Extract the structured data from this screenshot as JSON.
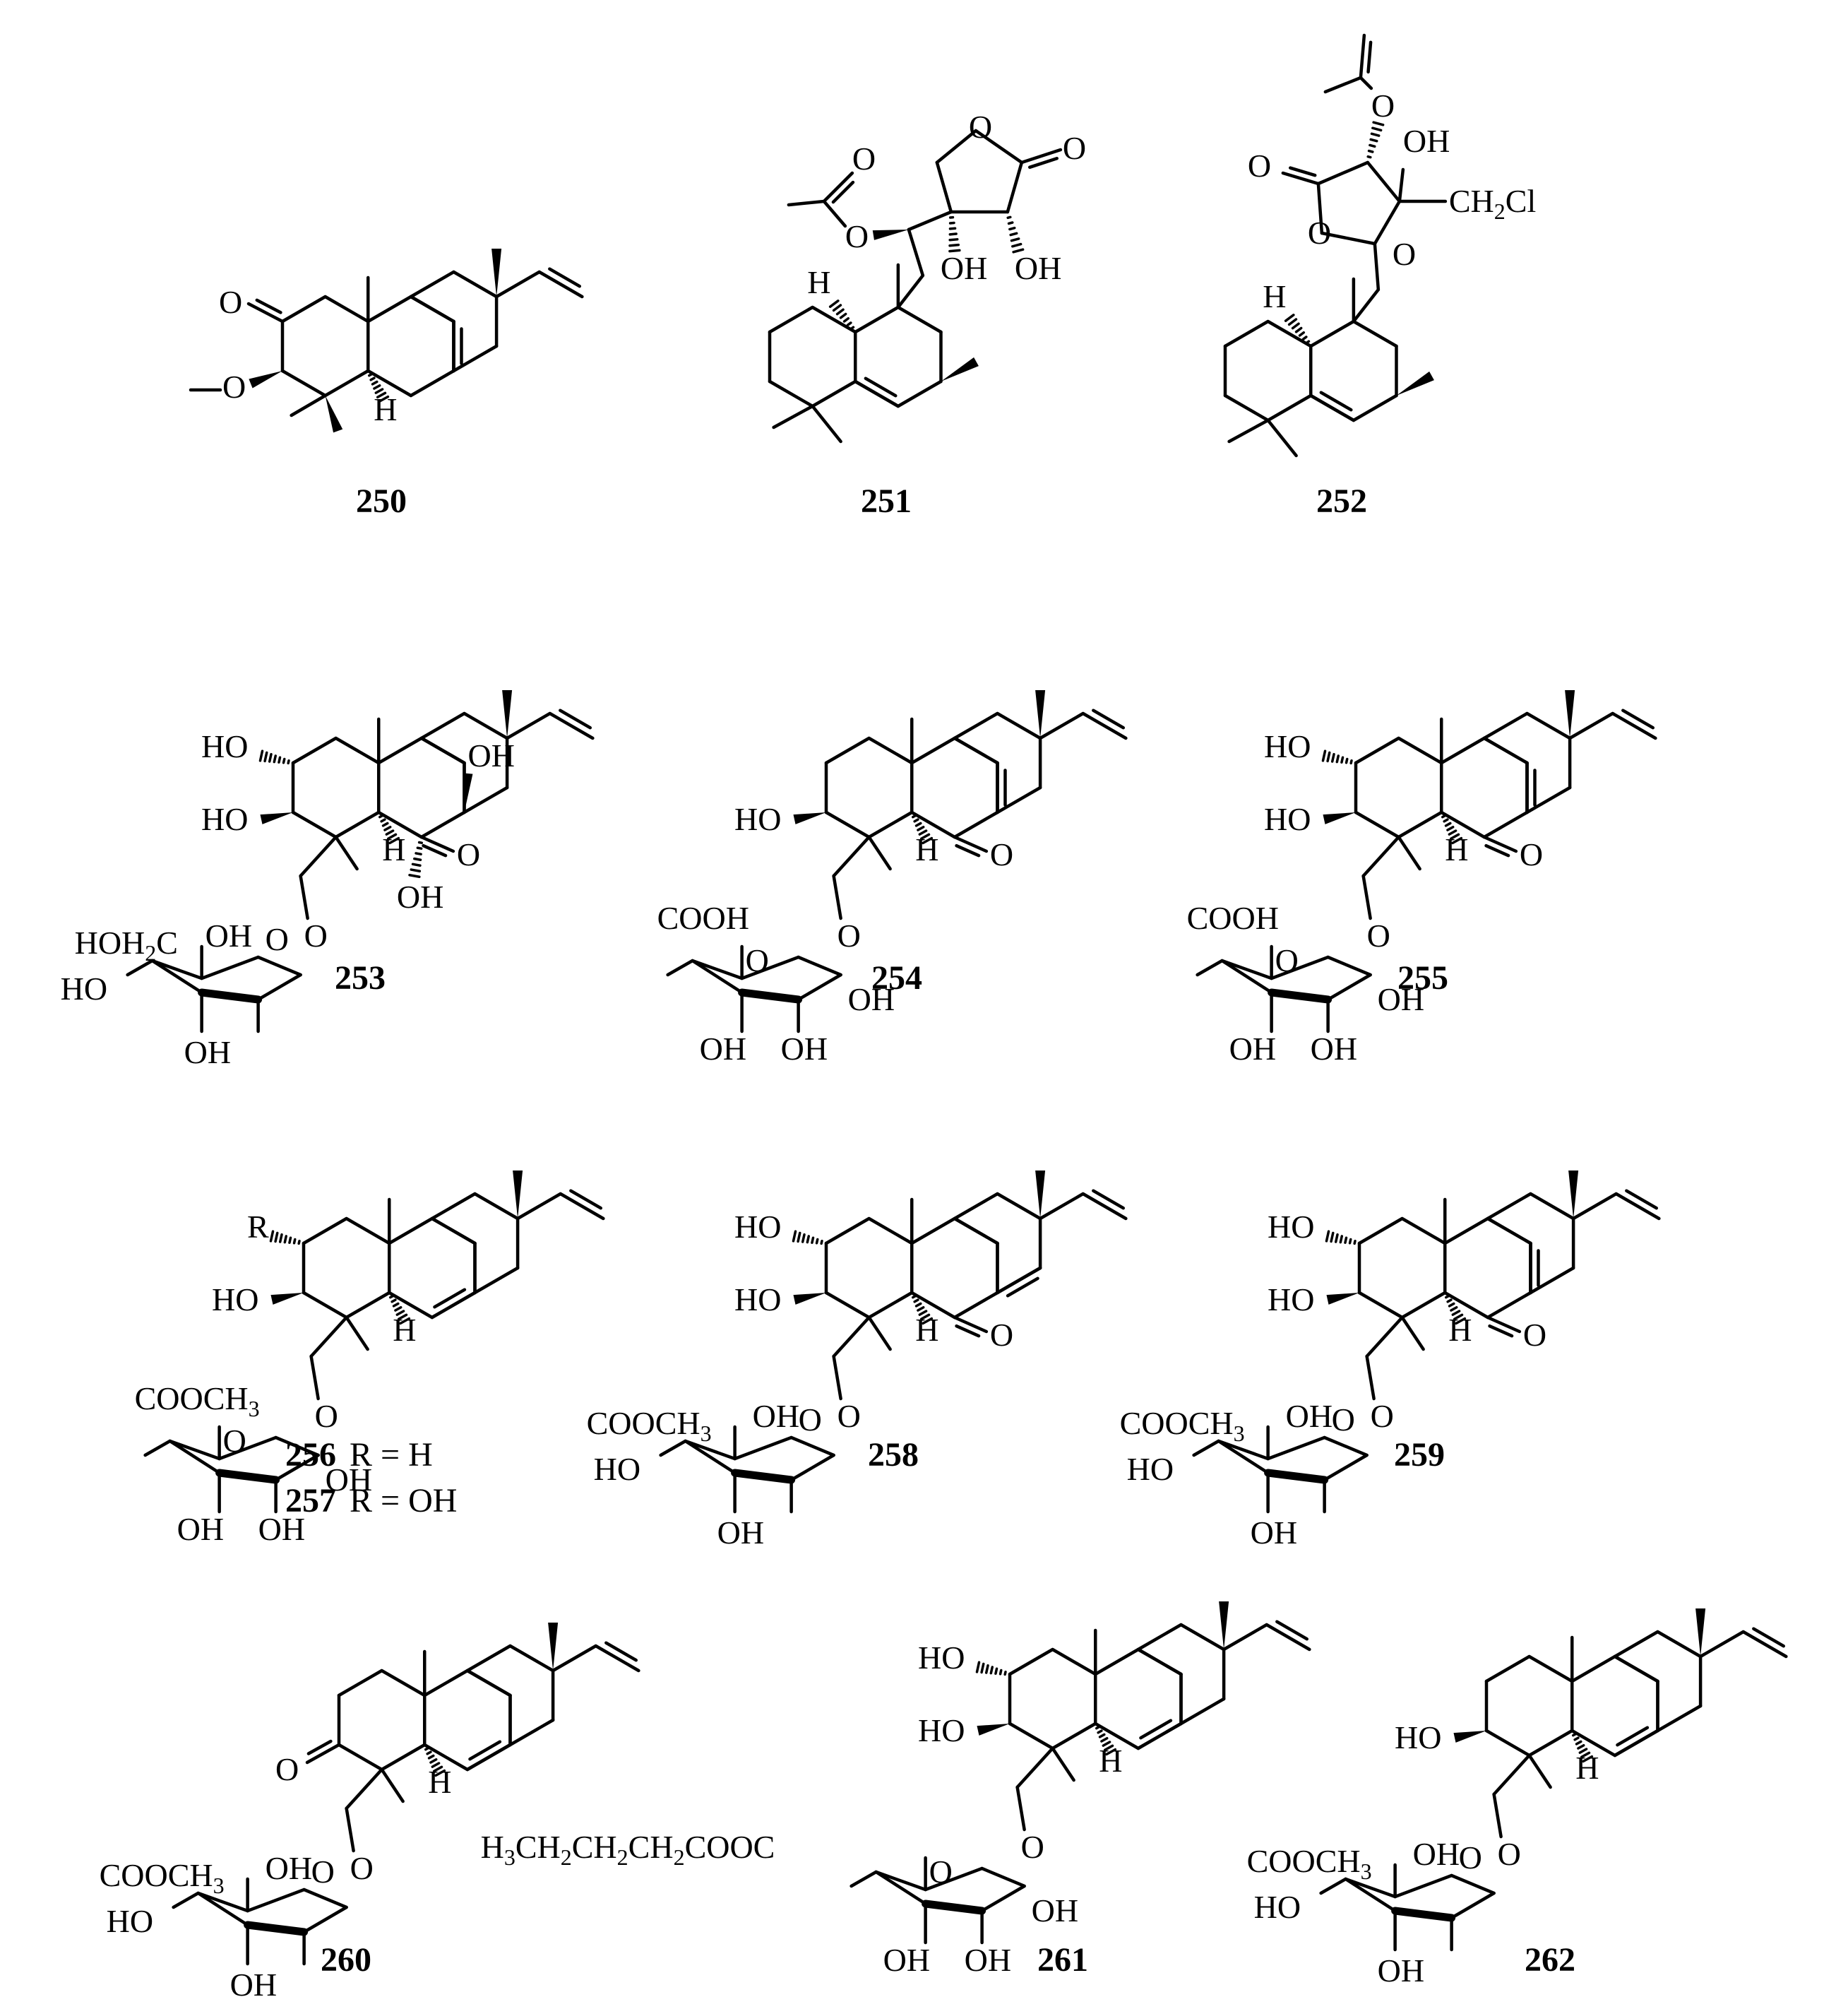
{
  "compounds": [
    {
      "id": "250",
      "labels": [
        "O",
        "O",
        "H"
      ]
    },
    {
      "id": "251",
      "labels": [
        "O",
        "O",
        "O",
        "O",
        "OH",
        "OH",
        "H"
      ]
    },
    {
      "id": "252",
      "labels": [
        "O",
        "O",
        "OH",
        "O",
        "O",
        "CH2Cl",
        "H"
      ]
    },
    {
      "id": "253",
      "labels": [
        "HO",
        "OH",
        "HO",
        "O",
        "OH",
        "H",
        "HOH2C",
        "OH",
        "O",
        "O",
        "HO",
        "OH"
      ]
    },
    {
      "id": "254",
      "labels": [
        "HO",
        "O",
        "H",
        "COOH",
        "O",
        "O",
        "OH",
        "OH",
        "OH"
      ]
    },
    {
      "id": "255",
      "labels": [
        "HO",
        "HO",
        "O",
        "H",
        "COOH",
        "O",
        "O",
        "OH",
        "OH",
        "OH"
      ]
    },
    {
      "id": "256",
      "r_value": "R = H"
    },
    {
      "id": "257",
      "r_value": "R = OH"
    },
    {
      "id": "258",
      "labels": [
        "HO",
        "HO",
        "O",
        "H",
        "COOCH3",
        "OH",
        "O",
        "O",
        "HO",
        "OH"
      ]
    },
    {
      "id": "259",
      "labels": [
        "HO",
        "HO",
        "O",
        "H",
        "COOCH3",
        "OH",
        "O",
        "O",
        "HO",
        "OH"
      ]
    },
    {
      "id": "260",
      "labels": [
        "O",
        "H",
        "COOCH3",
        "OH",
        "O",
        "O",
        "HO",
        "OH"
      ]
    },
    {
      "id": "261",
      "labels": [
        "HO",
        "HO",
        "H",
        "H3CH2CH2CH2COOC",
        "O",
        "O",
        "OH",
        "OH",
        "OH"
      ]
    },
    {
      "id": "262",
      "labels": [
        "HO",
        "H",
        "COOCH3",
        "OH",
        "O",
        "O",
        "HO",
        "OH"
      ]
    }
  ],
  "compound_256_257": {
    "r_symbol": "R",
    "labels": [
      "HO",
      "H",
      "COOCH3",
      "O",
      "O",
      "OH",
      "OH",
      "OH"
    ]
  }
}
